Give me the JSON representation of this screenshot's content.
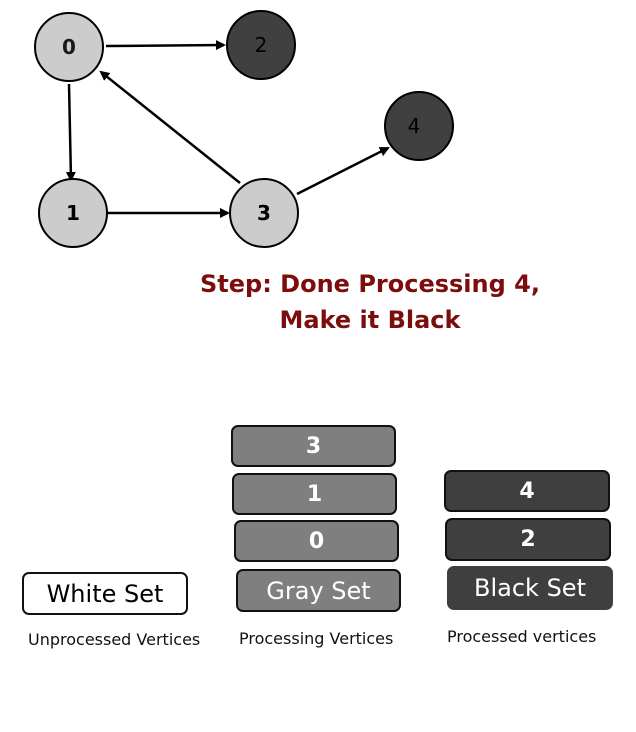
{
  "graph": {
    "nodes": [
      {
        "id": "0",
        "label": "0",
        "state": "gray"
      },
      {
        "id": "1",
        "label": "1",
        "state": "gray"
      },
      {
        "id": "2",
        "label": "2",
        "state": "black"
      },
      {
        "id": "3",
        "label": "3",
        "state": "gray"
      },
      {
        "id": "4",
        "label": "4",
        "state": "black"
      }
    ],
    "edges": [
      {
        "from": "0",
        "to": "2"
      },
      {
        "from": "0",
        "to": "1"
      },
      {
        "from": "1",
        "to": "3"
      },
      {
        "from": "3",
        "to": "0"
      },
      {
        "from": "3",
        "to": "4"
      }
    ]
  },
  "step": {
    "line1": "Step: Done Processing 4,",
    "line2": "Make it Black"
  },
  "sets": {
    "white": {
      "label": "White Set",
      "caption": "Unprocessed Vertices",
      "items": []
    },
    "gray": {
      "label": "Gray Set",
      "caption": "Processing Vertices",
      "items": [
        "3",
        "1",
        "0"
      ]
    },
    "black": {
      "label": "Black Set",
      "caption": "Processed vertices",
      "items": [
        "4",
        "2"
      ]
    }
  },
  "colors": {
    "gray_node": "#cccccc",
    "black_node": "#404040",
    "step_text": "#7b0d0d",
    "gray_bar": "#7f7f7f",
    "black_bar": "#3f3f3f"
  }
}
